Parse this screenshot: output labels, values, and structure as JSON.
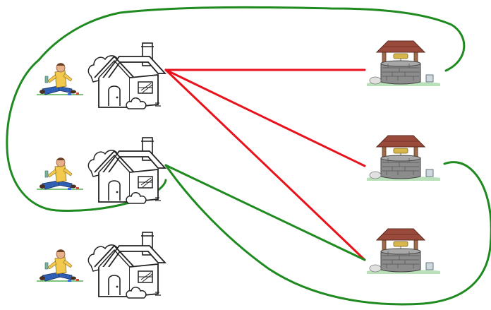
{
  "puzzle": {
    "houses": [
      {
        "id": "house-1"
      },
      {
        "id": "house-2"
      },
      {
        "id": "house-3"
      }
    ],
    "wells": [
      {
        "id": "well-1"
      },
      {
        "id": "well-2"
      },
      {
        "id": "well-3"
      }
    ],
    "connections": [
      {
        "from": "house-1",
        "to": "well-1",
        "color": "#e8121c",
        "style": "straight"
      },
      {
        "from": "house-1",
        "to": "well-2",
        "color": "#e8121c",
        "style": "straight"
      },
      {
        "from": "house-1",
        "to": "well-3",
        "color": "#e8121c",
        "style": "straight"
      },
      {
        "from": "house-2",
        "to": "well-3",
        "color": "#1f8a1f",
        "style": "straight"
      },
      {
        "from": "house-1",
        "to": "well-1",
        "color": "#1f8a1f",
        "style": "curved-around-top"
      },
      {
        "from": "house-2",
        "to": "well-2",
        "color": "#1f8a1f",
        "style": "curved-around-bottom-right"
      }
    ]
  },
  "colors": {
    "red_line": "#e8121c",
    "green_line": "#1f8a1f",
    "roof": "#9a4a3a",
    "stone": "#8c8c8c",
    "grass": "#7ec47e",
    "shirt": "#f2c94c",
    "jeans": "#2f5fb3"
  },
  "icons": {
    "house": "house-icon",
    "well": "well-icon",
    "person": "resting-man-icon"
  }
}
